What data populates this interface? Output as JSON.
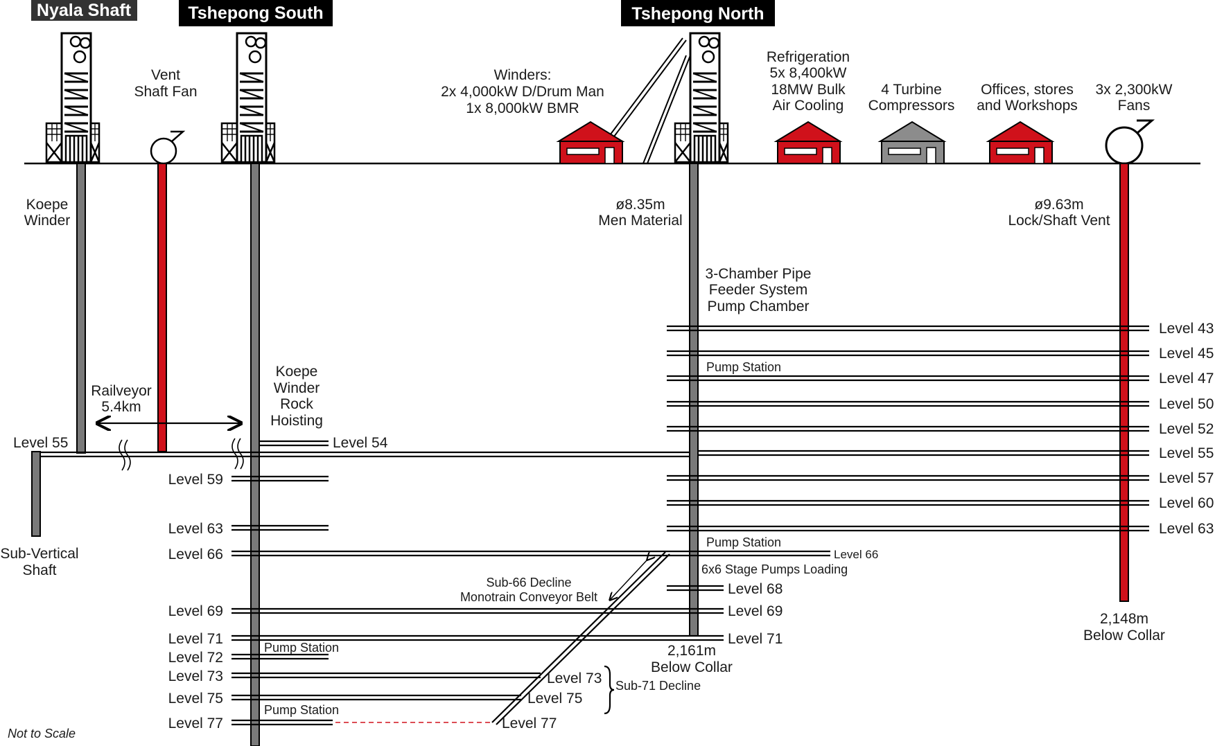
{
  "shaft_names": {
    "nyala": "Nyala Shaft",
    "tshepong_south": "Tshepong South",
    "tshepong_north": "Tshepong North"
  },
  "labels": {
    "vent_shaft_fan": [
      "Vent",
      "Shaft Fan"
    ],
    "winders": [
      "Winders:",
      "2x 4,000kW D/Drum Man",
      "1x 8,000kW BMR"
    ],
    "refrigeration": [
      "Refrigeration",
      "5x 8,400kW",
      "18MW Bulk",
      "Air Cooling"
    ],
    "turbine": [
      "4 Turbine",
      "Compressors"
    ],
    "offices": [
      "Offices, stores",
      "and Workshops"
    ],
    "fans": [
      "3x 2,300kW",
      "Fans"
    ],
    "koepe_winder": [
      "Koepe",
      "Winder"
    ],
    "men_material": [
      "ø8.35m",
      "Men Material"
    ],
    "lock_vent": [
      "ø9.63m",
      "Lock/Shaft Vent"
    ],
    "pipe_feeder": [
      "3-Chamber Pipe",
      "Feeder System",
      "Pump Chamber"
    ],
    "koepe_rock": [
      "Koepe",
      "Winder",
      "Rock",
      "Hoisting"
    ],
    "railveyor": [
      "Railveyor",
      "5.4km"
    ],
    "sub_vertical": [
      "Sub-Vertical",
      "Shaft"
    ],
    "sub66": [
      "Sub-66 Decline",
      "Monotrain Conveyor Belt"
    ],
    "stage_pumps": "6x6 Stage Pumps Loading",
    "sub71": "Sub-71 Decline",
    "depth_north": [
      "2,161m",
      "Below Collar"
    ],
    "depth_vent": [
      "2,148m",
      "Below Collar"
    ],
    "pump_station": "Pump Station",
    "not_to_scale": "Not to Scale"
  },
  "levels": {
    "nyala_55": "Level 55",
    "south_54": "Level 54",
    "south_left": [
      "Level 59",
      "Level 63",
      "Level 66",
      "Level 69",
      "Level 71",
      "Level 72",
      "Level 73",
      "Level 75",
      "Level 77"
    ],
    "north_right": [
      "Level 43",
      "Level 45",
      "Level 47",
      "Level 50",
      "Level 52",
      "Level 55",
      "Level 57",
      "Level 60",
      "Level 63"
    ],
    "north_66": "Level 66",
    "north_68": "Level 68",
    "north_69": "Level 69",
    "north_71": "Level 71",
    "decline_73": "Level 73",
    "decline_75": "Level 75",
    "decline_77": "Level 77"
  },
  "colors": {
    "shaft_grey": "#7a7a7a",
    "vent_red": "#d0111b",
    "building_red": "#d0111b",
    "building_grey": "#8c8c8c",
    "title_bg": "#000000",
    "nyala_bg": "#333333",
    "dashed_red": "#d0111b"
  },
  "icons": {
    "headframe": "headframe-icon",
    "fan": "fan-icon",
    "building": "building-icon"
  }
}
